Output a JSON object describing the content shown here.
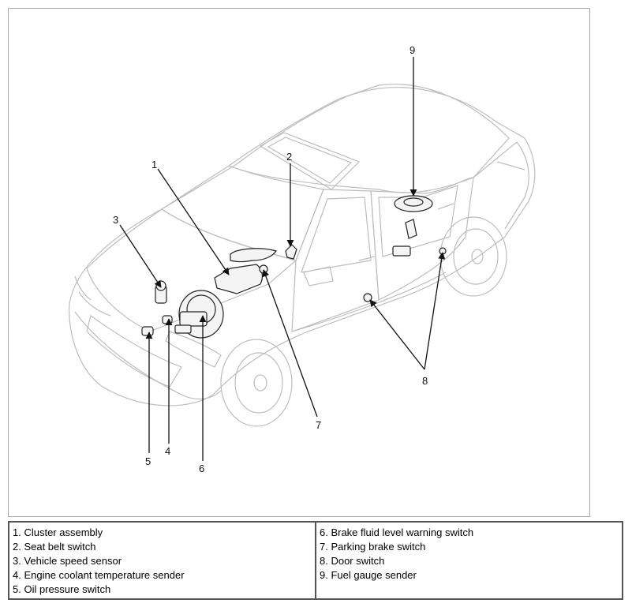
{
  "callouts": [
    "1",
    "2",
    "3",
    "4",
    "5",
    "6",
    "7",
    "8",
    "9"
  ],
  "legend": {
    "left": [
      "1. Cluster assembly",
      "2. Seat belt switch",
      "3. Vehicle speed sensor",
      "4. Engine coolant temperature sender",
      "5. Oil pressure switch"
    ],
    "right": [
      "6. Brake fluid level warning switch",
      "7. Parking brake switch",
      "8. Door switch",
      "9. Fuel gauge sender"
    ]
  },
  "colors": {
    "line": "#111111",
    "car_outline": "#bdbdbd",
    "frame": "#a8a8a8",
    "legend_border": "#555555"
  }
}
